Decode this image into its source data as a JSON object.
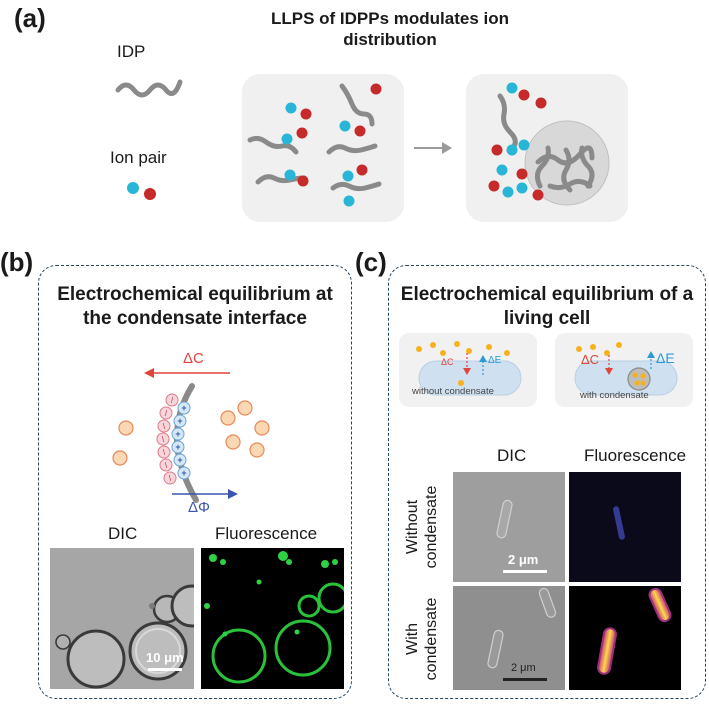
{
  "panel_a": {
    "label": "(a)",
    "title_line1": "LLPS of IDPPs modulates ion",
    "title_line2": "distribution",
    "idp_label": "IDP",
    "ion_pair_label": "Ion pair"
  },
  "panel_b": {
    "label": "(b)",
    "title_line1": "Electrochemical equilibrium at",
    "title_line2": "the condensate interface",
    "delta_c": "ΔC",
    "delta_phi": "ΔΦ",
    "dic_label": "DIC",
    "fluor_label": "Fluorescence",
    "scale_label": "10 μm"
  },
  "panel_c": {
    "label": "(c)",
    "title_line1": "Electrochemical equilibrium of a",
    "title_line2": "living cell",
    "delta_c": "ΔC",
    "delta_e": "ΔE",
    "without_condensate": "without condensate",
    "with_condensate": "with condensate",
    "dic_label": "DIC",
    "fluor_label": "Fluorescence",
    "row1_label_line1": "Without",
    "row1_label_line2": "condensate",
    "row2_label_line1": "With",
    "row2_label_line2": "condensate",
    "scale_label_1": "2 μm",
    "scale_label_2": "2 μm"
  },
  "colors": {
    "cation": "#29b6d6",
    "anion": "#c62a2a",
    "idp_chain": "#8a8a8a",
    "delta_c": "#e0453a",
    "delta_phi": "#3a56b0",
    "delta_e": "#2a9bd6",
    "ion_orange": "#f5b21e",
    "box_border": "#24455e"
  }
}
